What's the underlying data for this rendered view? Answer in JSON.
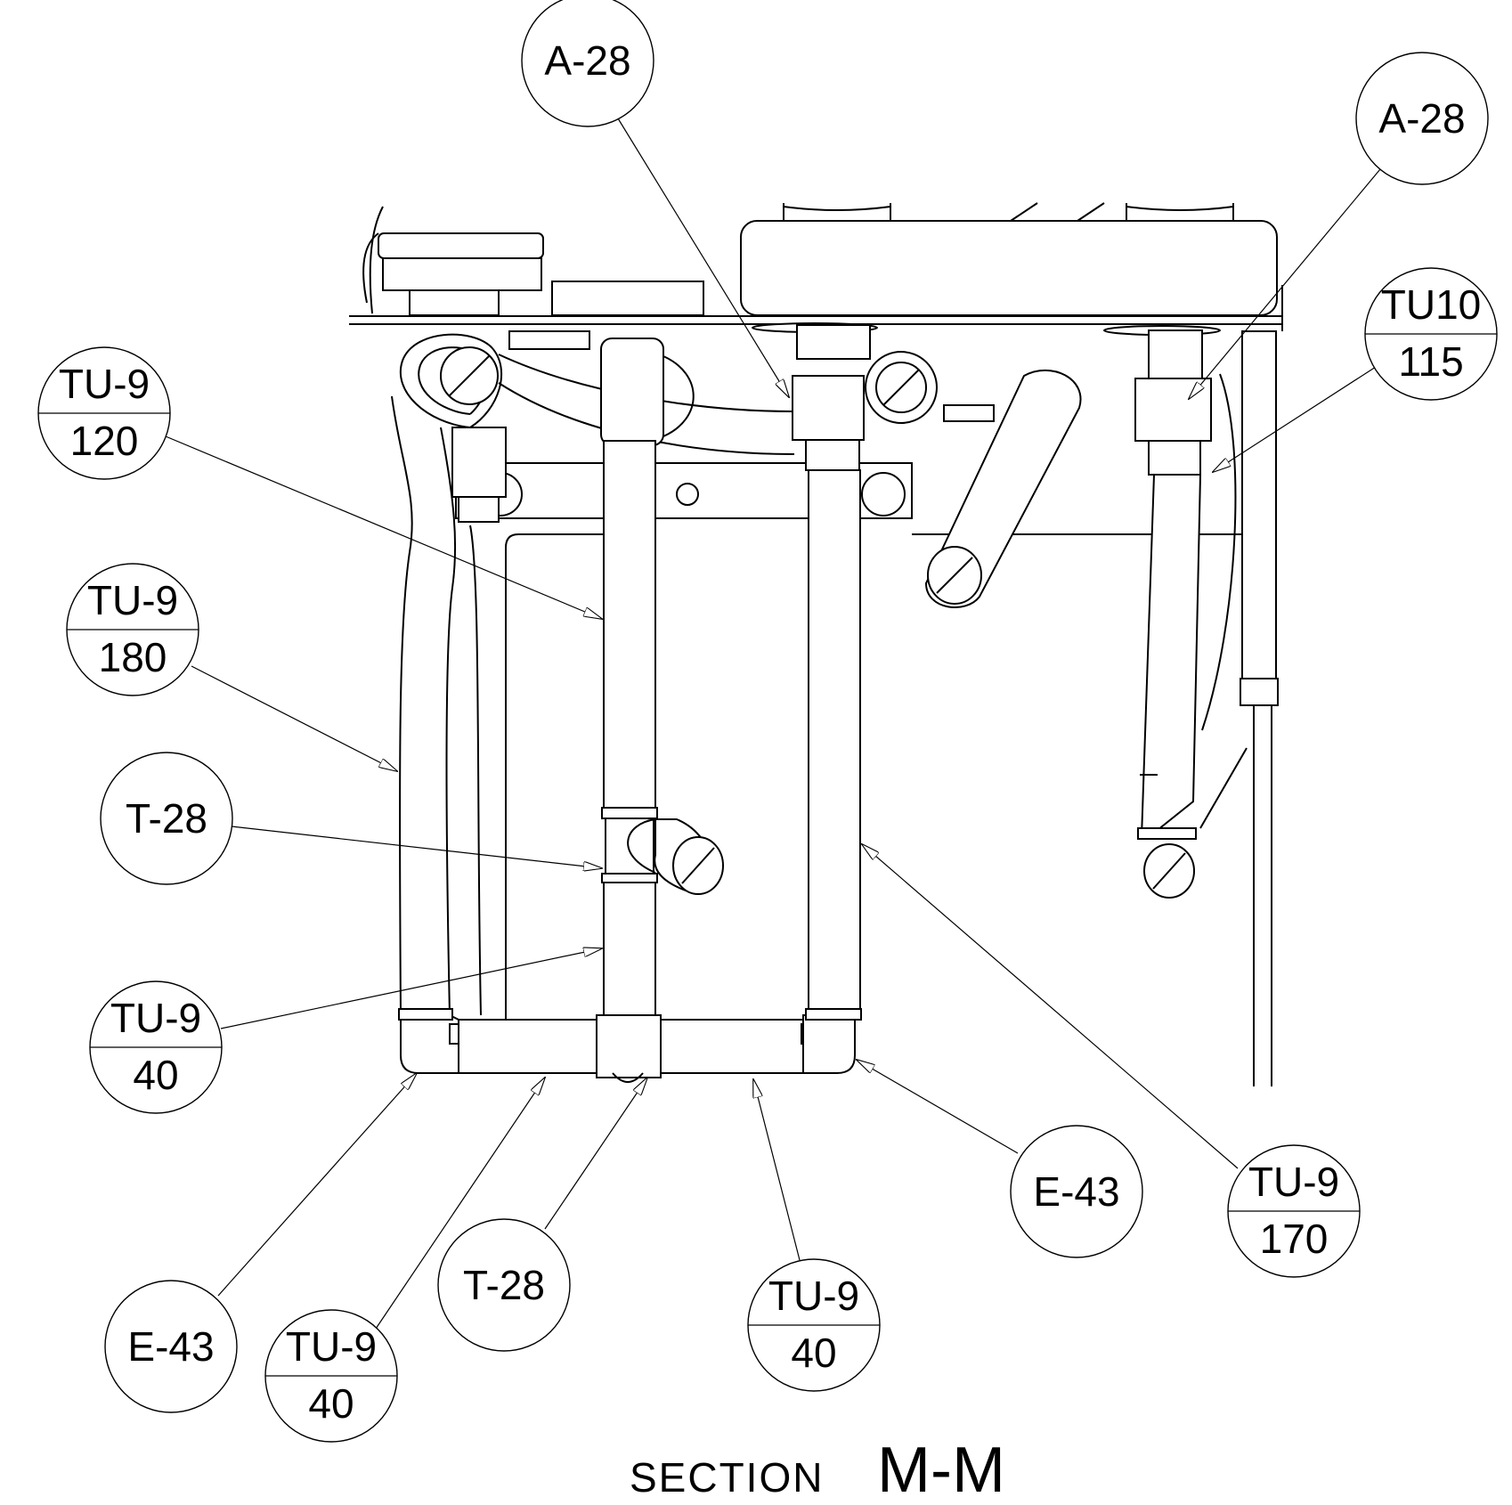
{
  "section": {
    "prefix": "SECTION",
    "label": "M-M"
  },
  "callouts": [
    {
      "id": "a28-top",
      "line1": "A-28"
    },
    {
      "id": "a28-right",
      "line1": "A-28"
    },
    {
      "id": "tu10-115",
      "line1": "TU10",
      "line2": "115"
    },
    {
      "id": "tu9-120",
      "line1": "TU-9",
      "line2": "120"
    },
    {
      "id": "tu9-180",
      "line1": "TU-9",
      "line2": "180"
    },
    {
      "id": "t28-upper",
      "line1": "T-28"
    },
    {
      "id": "tu9-40-left",
      "line1": "TU-9",
      "line2": "40"
    },
    {
      "id": "e43-right",
      "line1": "E-43"
    },
    {
      "id": "tu9-170",
      "line1": "TU-9",
      "line2": "170"
    },
    {
      "id": "e43-left",
      "line1": "E-43"
    },
    {
      "id": "tu9-40-bottom-left",
      "line1": "TU-9",
      "line2": "40"
    },
    {
      "id": "t28-lower",
      "line1": "T-28"
    },
    {
      "id": "tu9-40-bottom-center",
      "line1": "TU-9",
      "line2": "40"
    }
  ]
}
